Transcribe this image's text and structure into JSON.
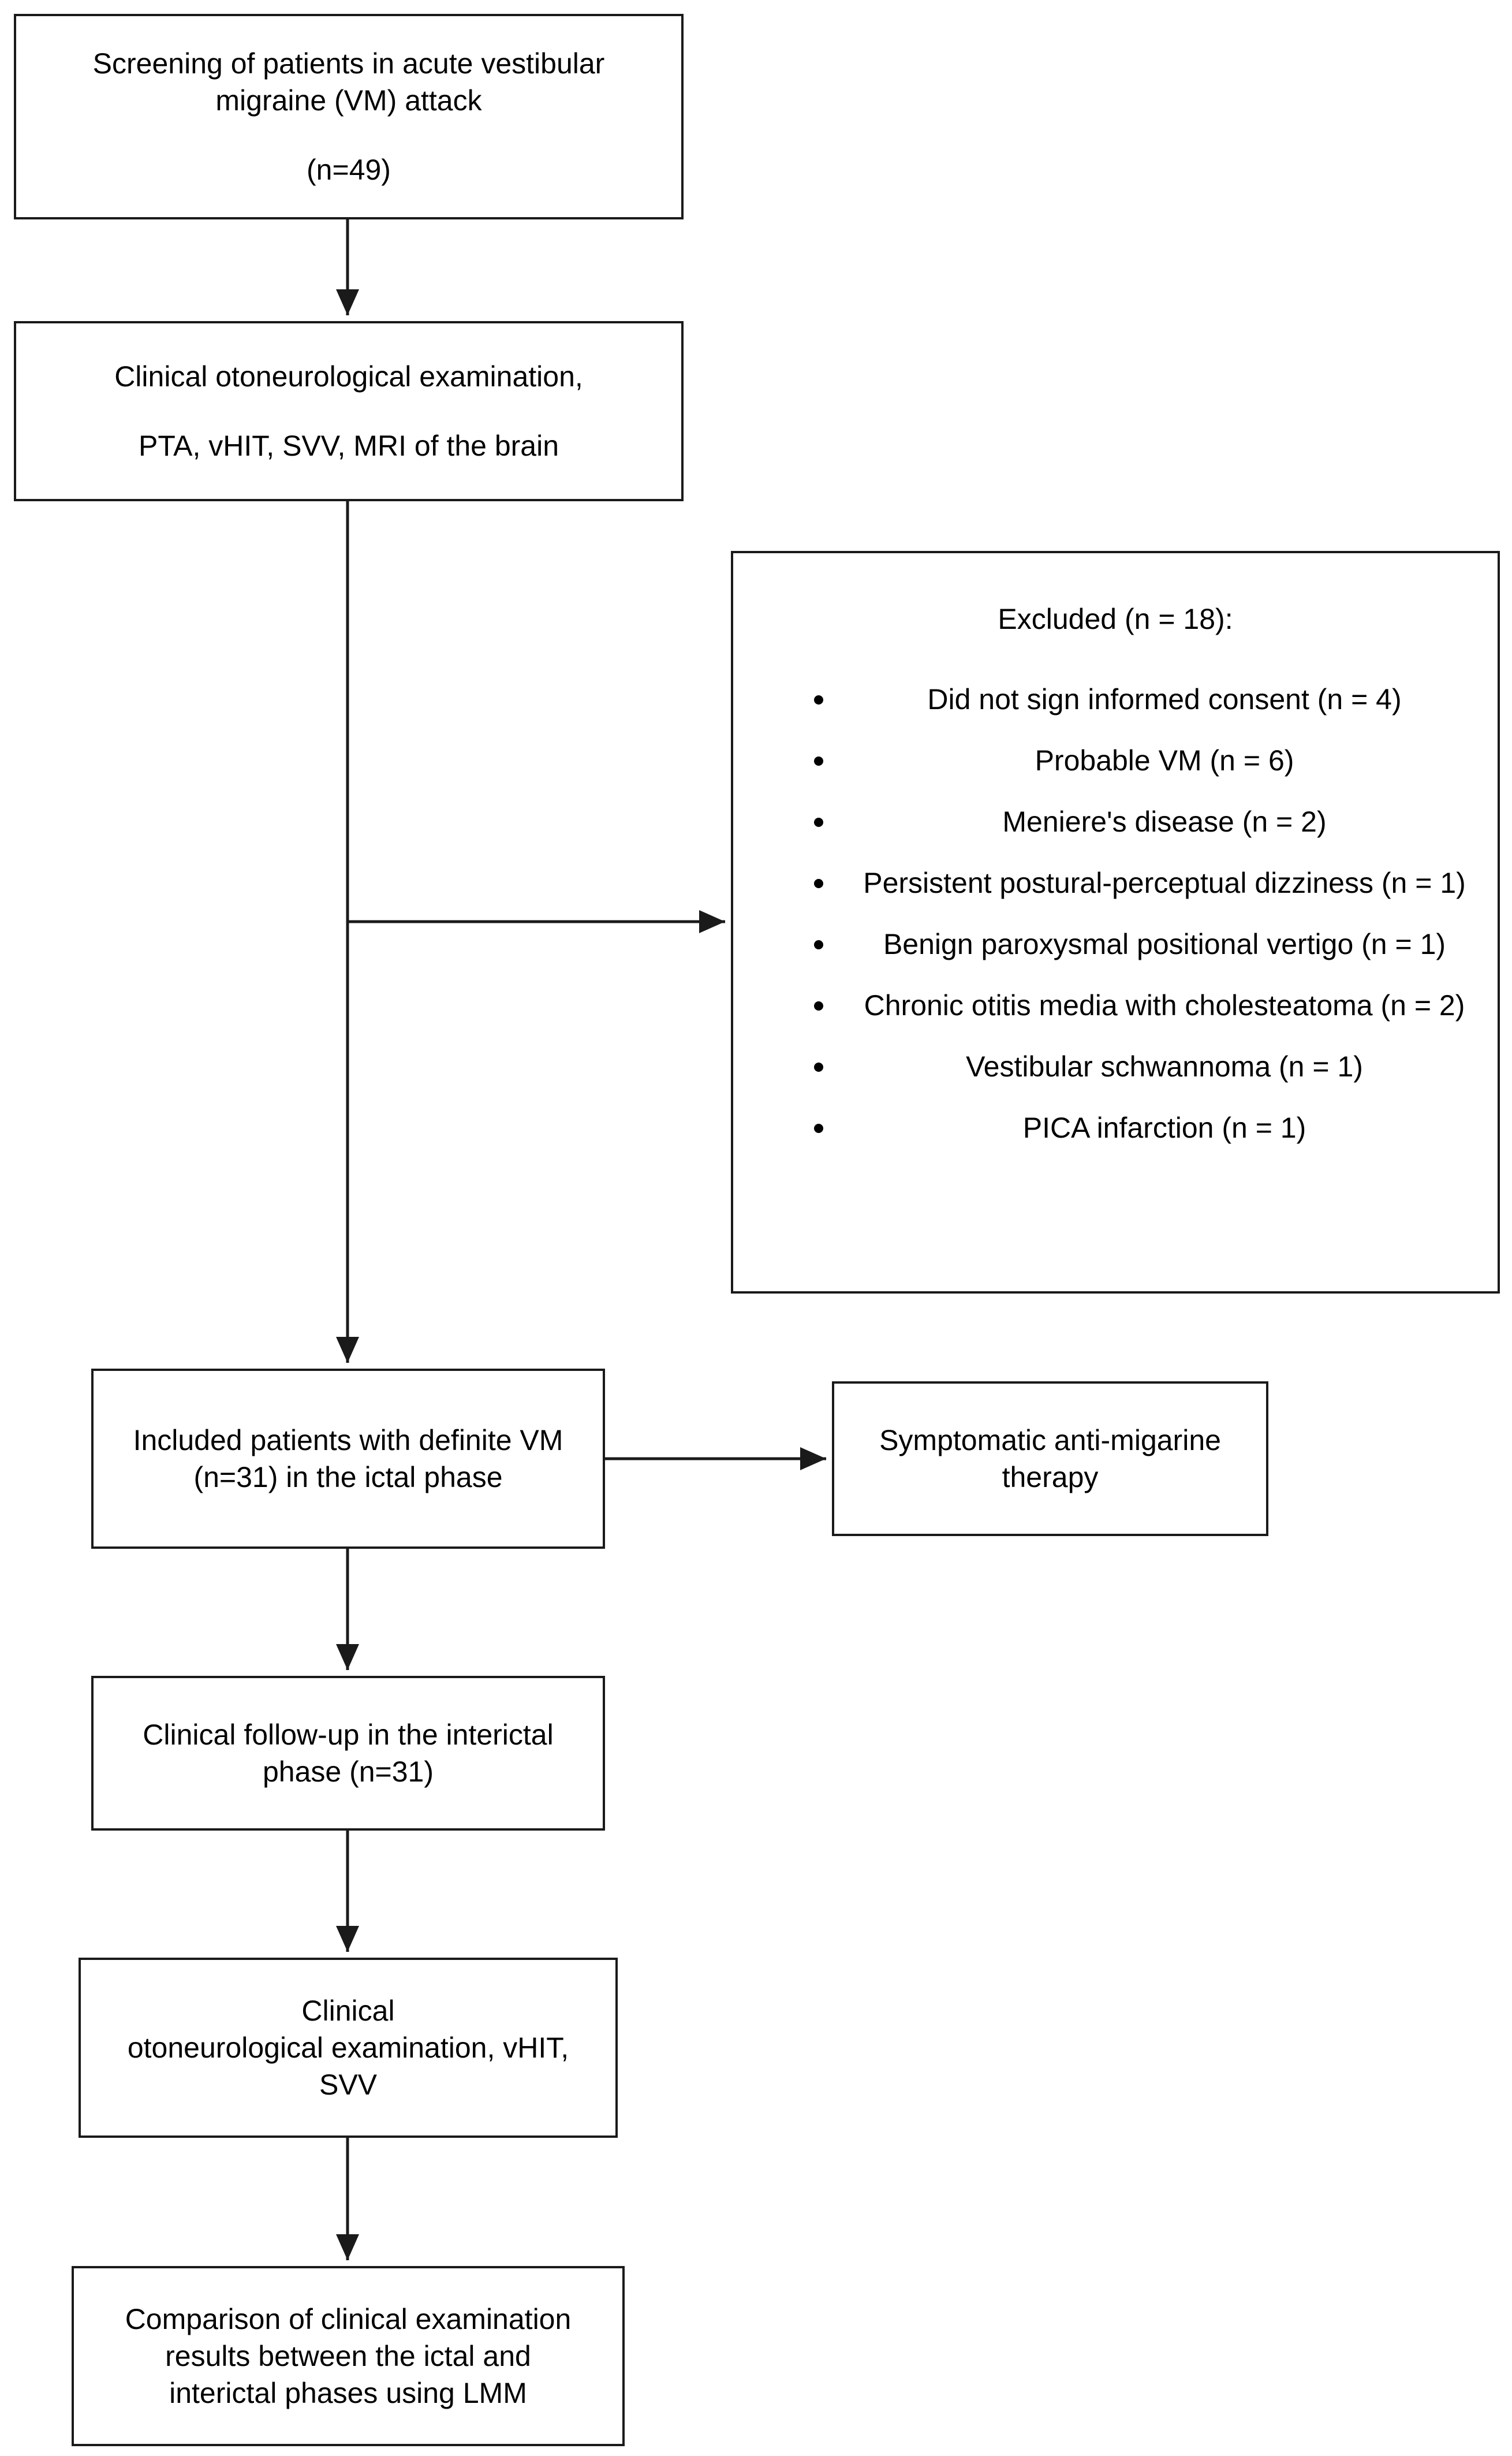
{
  "boxes": {
    "screening": {
      "lines": [
        "Screening of patients in acute vestibular",
        "migraine (VM) attack"
      ],
      "count": "(n=49)"
    },
    "exam1": {
      "line1": "Clinical otoneurological examination,",
      "line2": "PTA, vHIT, SVV, MRI of the brain"
    },
    "excluded": {
      "title": "Excluded (n = 18):",
      "items": [
        "Did not sign informed consent (n = 4)",
        "Probable VM (n = 6)",
        "Meniere's disease (n = 2)",
        "Persistent postural-perceptual dizziness (n = 1)",
        "Benign paroxysmal positional vertigo  (n = 1)",
        "Chronic otitis media with cholesteatoma (n = 2)",
        "Vestibular schwannoma (n = 1)",
        "PICA infarction (n = 1)"
      ]
    },
    "included": {
      "lines": [
        "Included patients with definite VM",
        "(n=31) in the ictal phase"
      ]
    },
    "therapy": {
      "lines": [
        "Symptomatic anti-migarine",
        "therapy"
      ]
    },
    "followup": {
      "lines": [
        "Clinical follow-up in the interictal",
        "phase (n=31)"
      ]
    },
    "exam2": {
      "lines": [
        "Clinical",
        "otoneurological examination, vHIT,",
        "SVV"
      ]
    },
    "compare": {
      "lines": [
        "Comparison of clinical examination",
        "results between the ictal and",
        "interictal phases using LMM"
      ]
    }
  },
  "colors": {
    "stroke": "#1a1a1a",
    "background": "#ffffff",
    "text": "#000000"
  }
}
